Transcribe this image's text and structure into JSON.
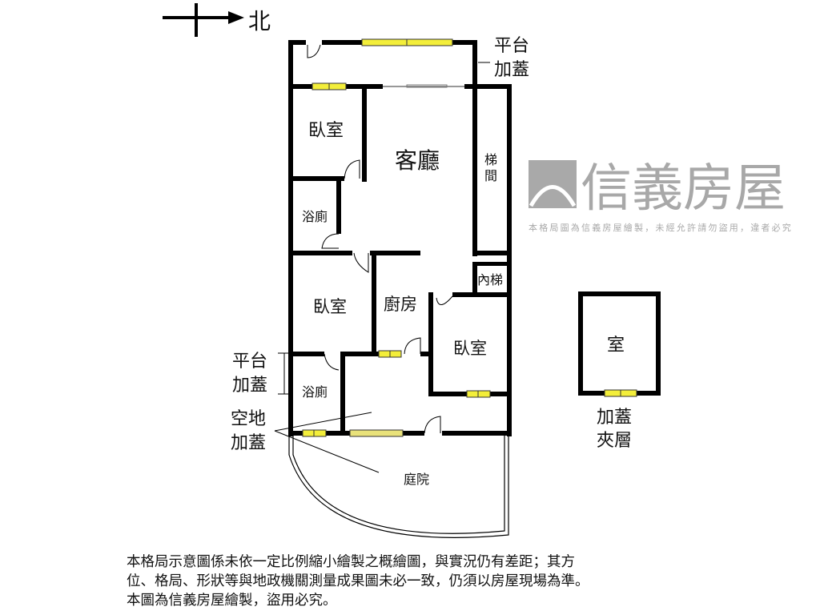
{
  "compass": {
    "label": "北"
  },
  "rooms": {
    "platform_top": [
      "平台",
      "加蓋"
    ],
    "bedroom_1": "臥室",
    "living_room": "客廳",
    "stairwell": [
      "梯",
      "間"
    ],
    "bath_1": "浴廁",
    "inner_stair": "內梯",
    "bedroom_2": "臥室",
    "kitchen": "廚房",
    "bedroom_3": "臥室",
    "platform_left": [
      "平台",
      "加蓋"
    ],
    "bath_2": "浴廁",
    "vacant_land": [
      "空地",
      "加蓋"
    ],
    "courtyard": "庭院",
    "annex_room": "室",
    "annex_label": [
      "加蓋",
      "夾層"
    ]
  },
  "watermark": {
    "brand": "信義房屋",
    "notice": "本格局圖為信義房屋繪製，未經允許請勿盜用，違者必究"
  },
  "disclaimer": [
    "本格局示意圖係未依一定比例縮小繪製之概繪圖，與實況仍有差距；其方",
    "位、格局、形狀等與地政機關測量成果圖未必一致，仍須以房屋現場為準。",
    "本圖為信義房屋繪製，盜用必究。"
  ],
  "colors": {
    "wall": "#000000",
    "window": "#f3ee3a",
    "watermark": "#9a9a9a"
  }
}
